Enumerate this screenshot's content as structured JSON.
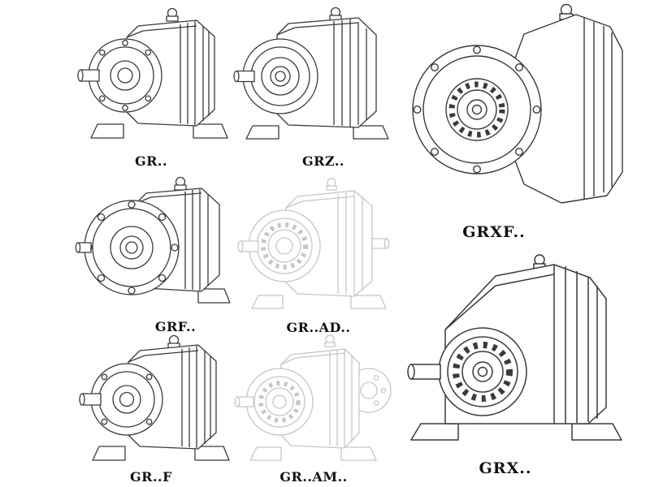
{
  "colors": {
    "line": "#3a3a3a",
    "light": "#c6c6c6",
    "label": "#111111",
    "background": "#ffffff"
  },
  "figures": [
    {
      "id": "gr",
      "label": "GR.."
    },
    {
      "id": "grz",
      "label": "GRZ.."
    },
    {
      "id": "grxf",
      "label": "GRXF.."
    },
    {
      "id": "grf",
      "label": "GRF.."
    },
    {
      "id": "gr-ad",
      "label": "GR..AD.."
    },
    {
      "id": "gr-f",
      "label": "GR..F"
    },
    {
      "id": "gr-am",
      "label": "GR..AM.."
    },
    {
      "id": "grx",
      "label": "GRX.."
    }
  ]
}
